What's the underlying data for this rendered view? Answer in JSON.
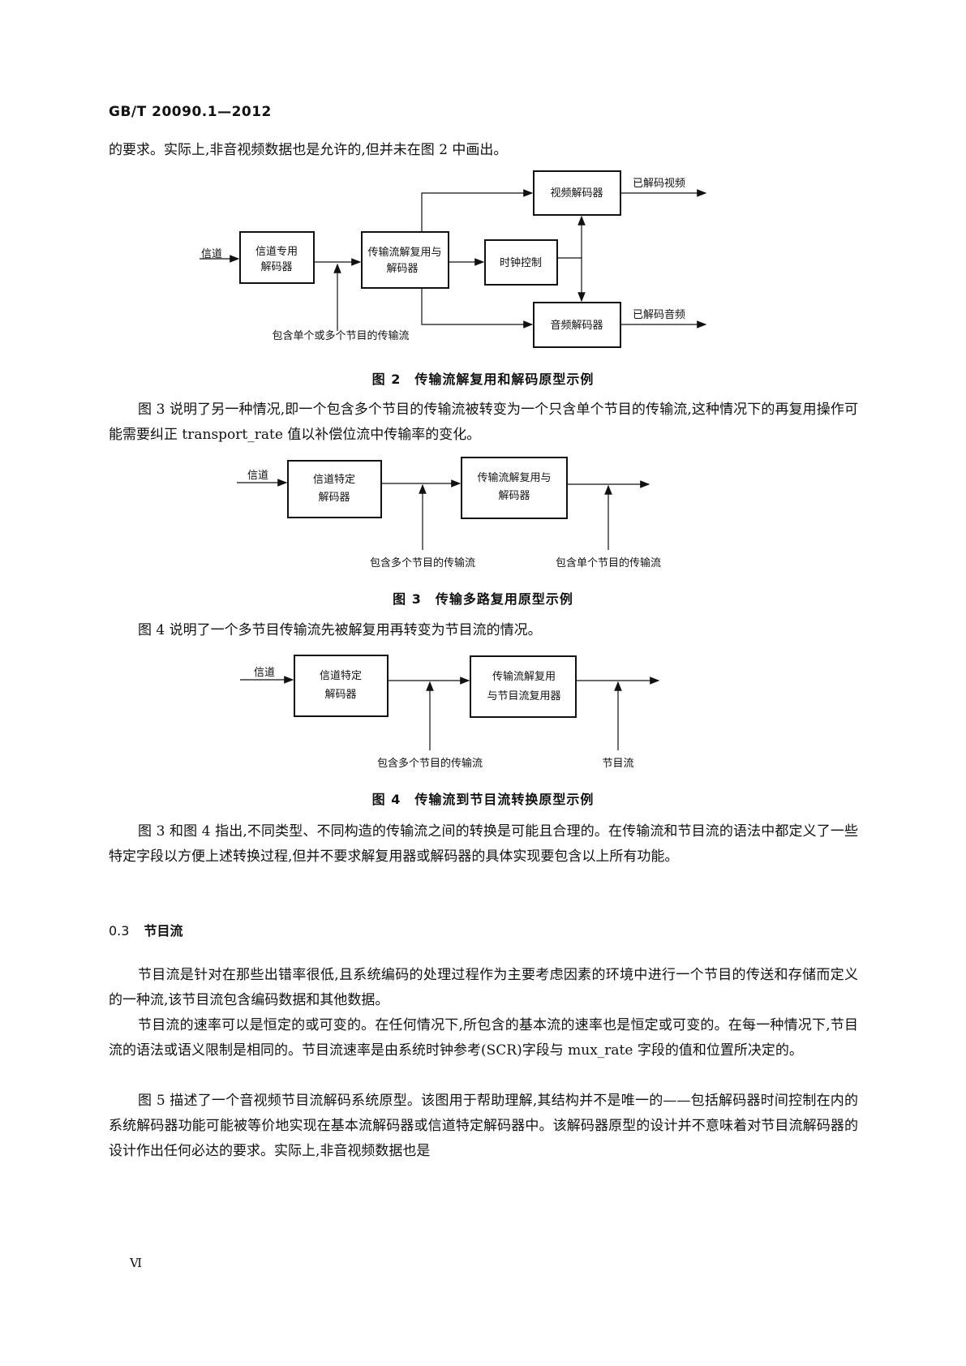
{
  "header": "GB/T 20090.1—2012",
  "para1": "的要求。实际上,非音视频数据也是允许的,但并未在图 2 中画出。",
  "fig2": {
    "channel_in": "信道",
    "channel_decoder": [
      "信道专用",
      "解码器"
    ],
    "demux_decoder": [
      "传输流解复用与",
      "解码器"
    ],
    "clock_control": "时钟控制",
    "video_decoder": "视频解码器",
    "audio_decoder": "音频解码器",
    "decoded_video": "已解码视频",
    "decoded_audio": "已解码音频",
    "input_label": "包含单个或多个节目的传输流",
    "caption": "图 2　传输流解复用和解码原型示例"
  },
  "para2": "图 3 说明了另一种情况,即一个包含多个节目的传输流被转变为一个只含单个节目的传输流,这种情况下的再复用操作可能需要纠正 transport_rate 值以补偿位流中传输率的变化。",
  "fig3": {
    "channel_in": "信道",
    "channel_decoder": [
      "信道特定",
      "解码器"
    ],
    "demux_decoder": [
      "传输流解复用与",
      "解码器"
    ],
    "label_multi": "包含多个节目的传输流",
    "label_single": "包含单个节目的传输流",
    "caption": "图 3　传输多路复用原型示例"
  },
  "para3": "图 4 说明了一个多节目传输流先被解复用再转变为节目流的情况。",
  "fig4": {
    "channel_in": "信道",
    "channel_decoder": [
      "信道特定",
      "解码器"
    ],
    "demux_mux": [
      "传输流解复用",
      "与节目流复用器"
    ],
    "label_multi": "包含多个节目的传输流",
    "label_ps": "节目流",
    "caption": "图 4　传输流到节目流转换原型示例"
  },
  "para4": "图 3 和图 4 指出,不同类型、不同构造的传输流之间的转换是可能且合理的。在传输流和节目流的语法中都定义了一些特定字段以方便上述转换过程,但并不要求解复用器或解码器的具体实现要包含以上所有功能。",
  "section": {
    "number": "0.3",
    "title": "节目流"
  },
  "para5": "节目流是针对在那些出错率很低,且系统编码的处理过程作为主要考虑因素的环境中进行一个节目的传送和存储而定义的一种流,该节目流包含编码数据和其他数据。",
  "para6": "节目流的速率可以是恒定的或可变的。在任何情况下,所包含的基本流的速率也是恒定或可变的。在每一种情况下,节目流的语法或语义限制是相同的。节目流速率是由系统时钟参考(SCR)字段与 mux_rate 字段的值和位置所决定的。",
  "para7": "图 5 描述了一个音视频节目流解码系统原型。该图用于帮助理解,其结构并不是唯一的——包括解码器时间控制在内的系统解码器功能可能被等价地实现在基本流解码器或信道特定解码器中。该解码器原型的设计并不意味着对节目流解码器的设计作出任何必达的要求。实际上,非音视频数据也是",
  "footer": "Ⅵ"
}
